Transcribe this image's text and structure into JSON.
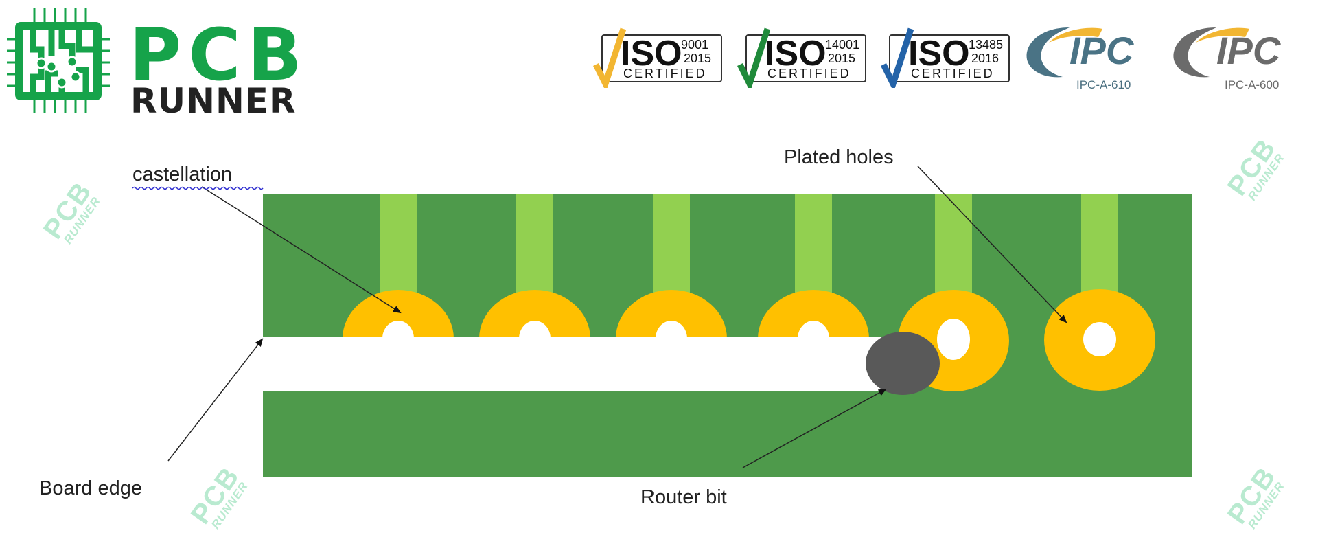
{
  "logo": {
    "line1": "PCB",
    "line2": "RUNNER"
  },
  "certifications": [
    {
      "label": "ISO",
      "standard": "9001",
      "year": "2015",
      "caption": "CERTIFIED",
      "check_color": "#f2b632"
    },
    {
      "label": "ISO",
      "standard": "14001",
      "year": "2015",
      "caption": "CERTIFIED",
      "check_color": "#1f8a3a"
    },
    {
      "label": "ISO",
      "standard": "13485",
      "year": "2016",
      "caption": "CERTIFIED",
      "check_color": "#2463a8"
    }
  ],
  "ipc": [
    {
      "label": "IPC",
      "caption": "IPC-A-610",
      "color": "#4a7385"
    },
    {
      "label": "IPC",
      "caption": "IPC-A-600",
      "color": "#6b6b6b"
    }
  ],
  "diagram": {
    "labels": {
      "castellation": "castellation",
      "plated_holes": "Plated holes",
      "board_edge": "Board edge",
      "router_bit": "Router bit"
    },
    "colors": {
      "board": "#4e9a4b",
      "trace": "#92d050",
      "pad": "#ffc000",
      "router": "#595959"
    }
  },
  "watermark": {
    "line1": "PCB",
    "line2": "RUNNER"
  }
}
